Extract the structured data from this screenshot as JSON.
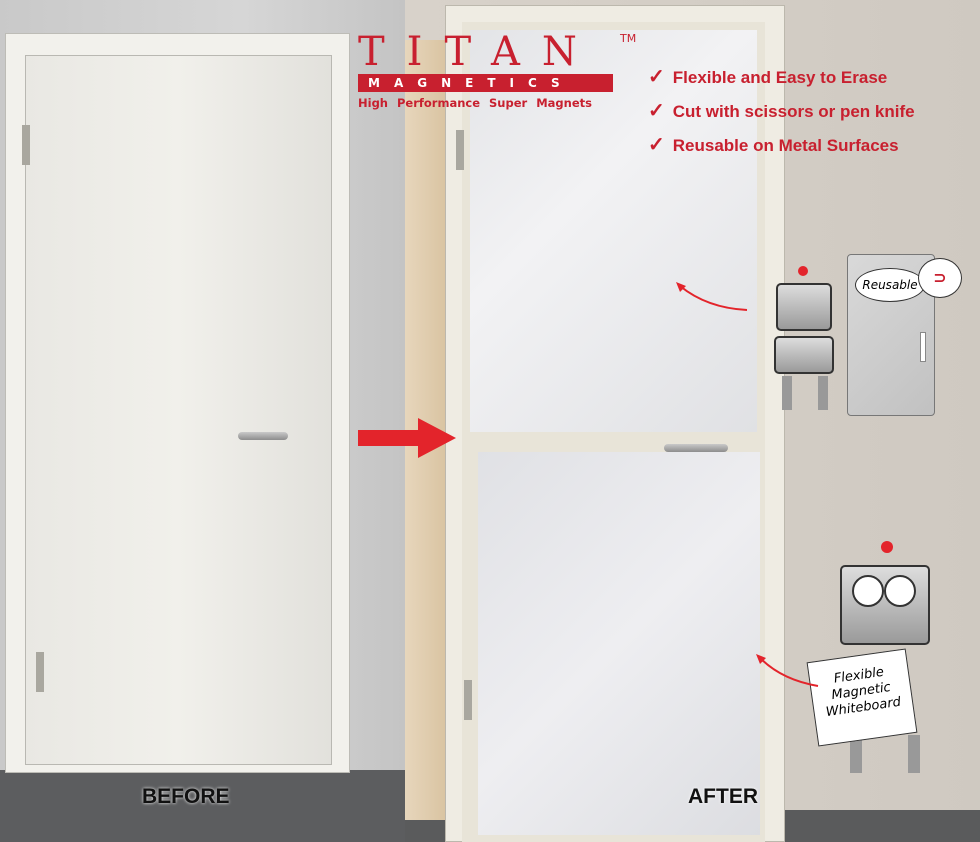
{
  "brand": {
    "name": "TITAN",
    "trademark": "TM",
    "subtitle": "MAGNETICS",
    "tagline": "High Performance Super Magnets",
    "color": "#c8202f"
  },
  "features": [
    {
      "icon": "checkmark-icon",
      "text": "Flexible and Easy to Erase"
    },
    {
      "icon": "checkmark-icon",
      "text": "Cut with scissors or pen knife"
    },
    {
      "icon": "checkmark-icon",
      "text": "Reusable on Metal Surfaces"
    }
  ],
  "check_glyph": "✓",
  "labels": {
    "before": "BEFORE",
    "after": "AFTER"
  },
  "mascots": {
    "top_bubble": "Reusable",
    "bottom_sign": [
      "Flexible",
      "Magnetic",
      "Whiteboard"
    ]
  }
}
